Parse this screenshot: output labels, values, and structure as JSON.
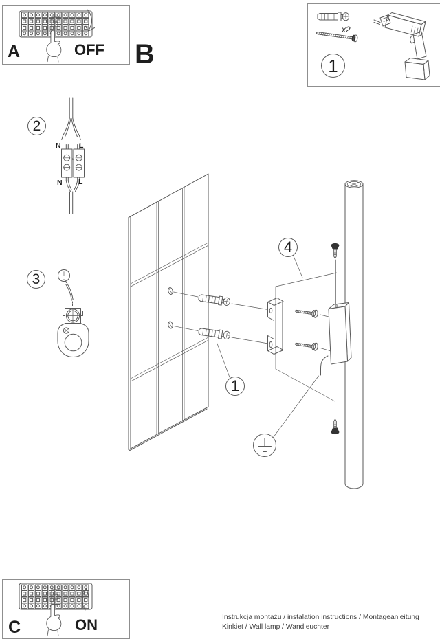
{
  "colors": {
    "line": "#5a5a5a",
    "text": "#1e1e1e",
    "border": "#8f8f8f",
    "dark": "#333333",
    "muted": "#3f3f3f"
  },
  "panel_a": {
    "label": "A",
    "state": "OFF"
  },
  "panel_c": {
    "label": "C",
    "state": "ON"
  },
  "section_label": "B",
  "parts_box": {
    "step": "1",
    "quantity": "x2",
    "items": [
      "wall-plug",
      "mounting-screw",
      "drill"
    ]
  },
  "steps": {
    "step1_badge": "1",
    "step2": {
      "badge": "2",
      "n_top": "N",
      "l_top": "L",
      "n_bottom": "N",
      "l_bottom": "L"
    },
    "step3": {
      "badge": "3"
    },
    "step4": {
      "badge": "4"
    }
  },
  "footer": {
    "line1": "Instrukcja montażu / instalation instructions / Montageanleitung",
    "line2": "Kinkiet / Wall lamp / Wandleuchter"
  }
}
